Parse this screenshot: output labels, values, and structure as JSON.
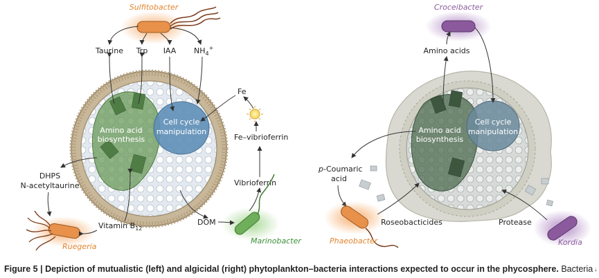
{
  "left_panel": {
    "sulfitobacter": "Sulfitobacter",
    "ruegeria": "Ruegeria",
    "marinobacter": "Marinobacter",
    "taurine": "Taurine",
    "trp": "Trp",
    "iaa": "IAA",
    "nh4": "NH",
    "nh4_sub": "4",
    "nh4_sup": "+",
    "fe": "Fe",
    "fe_vibrioferrin": "Fe–vibrioferrin",
    "vibrioferrin": "Vibrioferrin",
    "dom": "DOM",
    "dhps_line1": "DHPS",
    "dhps_line2": "N-acetyltaurine",
    "vitamin": "Vitamin B",
    "vitamin_sub": "12",
    "aa_line1": "Amino acid",
    "aa_line2": "biosynthesis",
    "cc_line1": "Cell cycle",
    "cc_line2": "manipulation"
  },
  "right_panel": {
    "croceibacter": "Croceibacter",
    "phaeobacter": "Phaeobacter",
    "kordia": "Kordia",
    "amino_acids": "Amino acids",
    "coumaric_italic": "p",
    "coumaric_rest": "-Coumaric",
    "acid": "acid",
    "roseobacticides": "Roseobacticides",
    "protease": "Protease",
    "aa_line1": "Amino acid",
    "aa_line2": "biosynthesis",
    "cc_line1": "Cell cycle",
    "cc_line2": "manipulation"
  },
  "caption": {
    "bold": "Figure 5 | Depiction of mutualistic (left) and algicidal (right) phytoplankton–bacteria interactions expected to occur in the phycosphere.",
    "rest": " Bacteria are"
  },
  "colors": {
    "orange": "#e8914a",
    "purple": "#8a5a9c",
    "green_bacterium": "#6fae5a",
    "cell_green": "#6a9a5a",
    "cell_blue": "#5f8fb8",
    "wall_tan": "#c9b79a"
  }
}
